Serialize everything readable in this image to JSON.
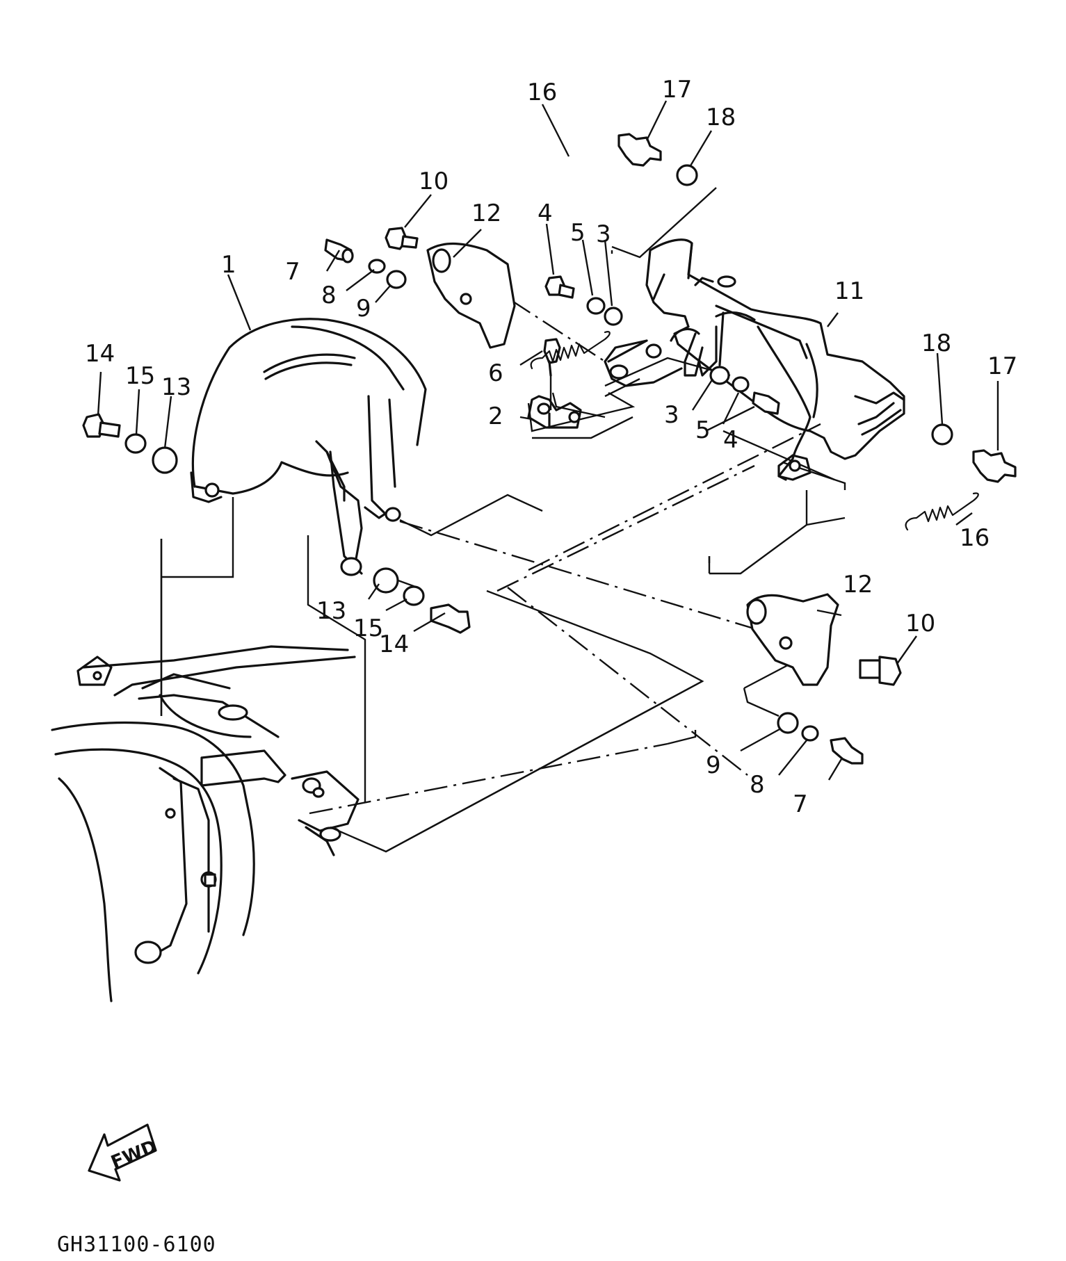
{
  "diagram": {
    "code": "GH31100-6100",
    "fwd": "FWD",
    "callouts": [
      "1",
      "2",
      "3",
      "4",
      "5",
      "6",
      "7",
      "8",
      "9",
      "10",
      "11",
      "12",
      "13",
      "14",
      "15",
      "16",
      "17",
      "18"
    ],
    "labels": {
      "l1": "1",
      "l2": "2",
      "l3a": "3",
      "l3b": "3",
      "l4a": "4",
      "l4b": "4",
      "l5a": "5",
      "l5b": "5",
      "l6": "6",
      "l7a": "7",
      "l7b": "7",
      "l8a": "8",
      "l8b": "8",
      "l9a": "9",
      "l9b": "9",
      "l10a": "10",
      "l10b": "10",
      "l11": "11",
      "l12a": "12",
      "l12b": "12",
      "l13a": "13",
      "l13b": "13",
      "l14a": "14",
      "l14b": "14",
      "l15a": "15",
      "l15b": "15",
      "l16a": "16",
      "l16b": "16",
      "l17a": "17",
      "l17b": "17",
      "l18a": "18",
      "l18b": "18"
    }
  }
}
